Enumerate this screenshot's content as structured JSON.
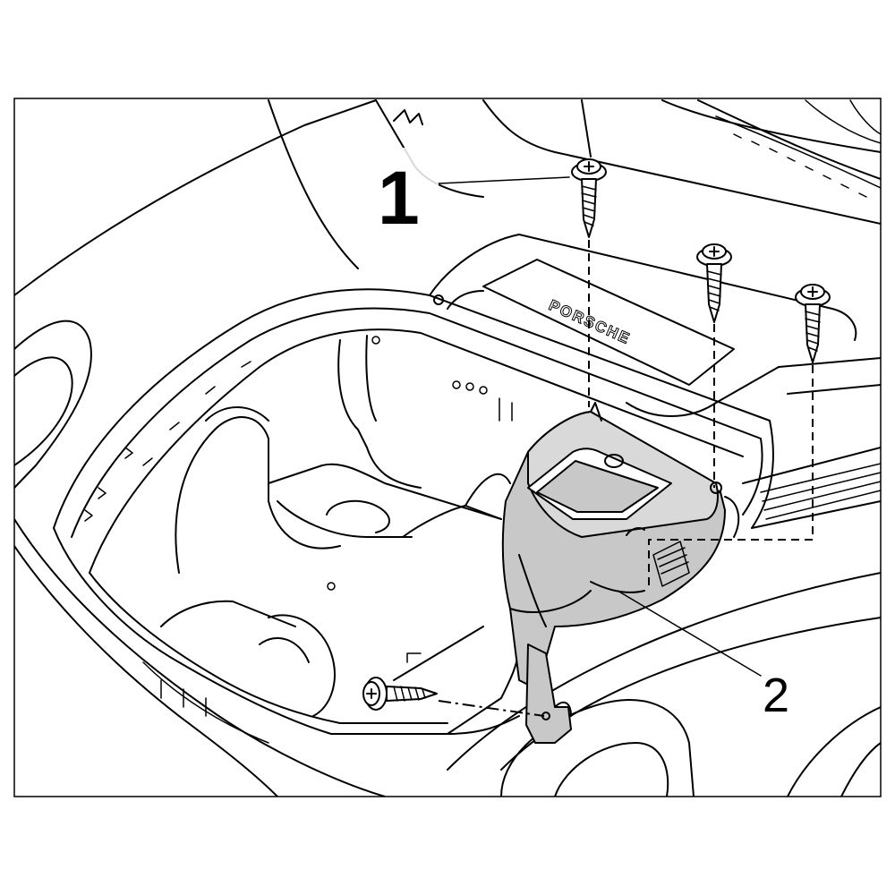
{
  "callouts": {
    "screws": "1",
    "cover": "2"
  },
  "logo": {
    "text": "PORSCHE"
  },
  "colors": {
    "line": "#000000",
    "part_fill": "#c8c8c8",
    "background": "#ffffff"
  }
}
